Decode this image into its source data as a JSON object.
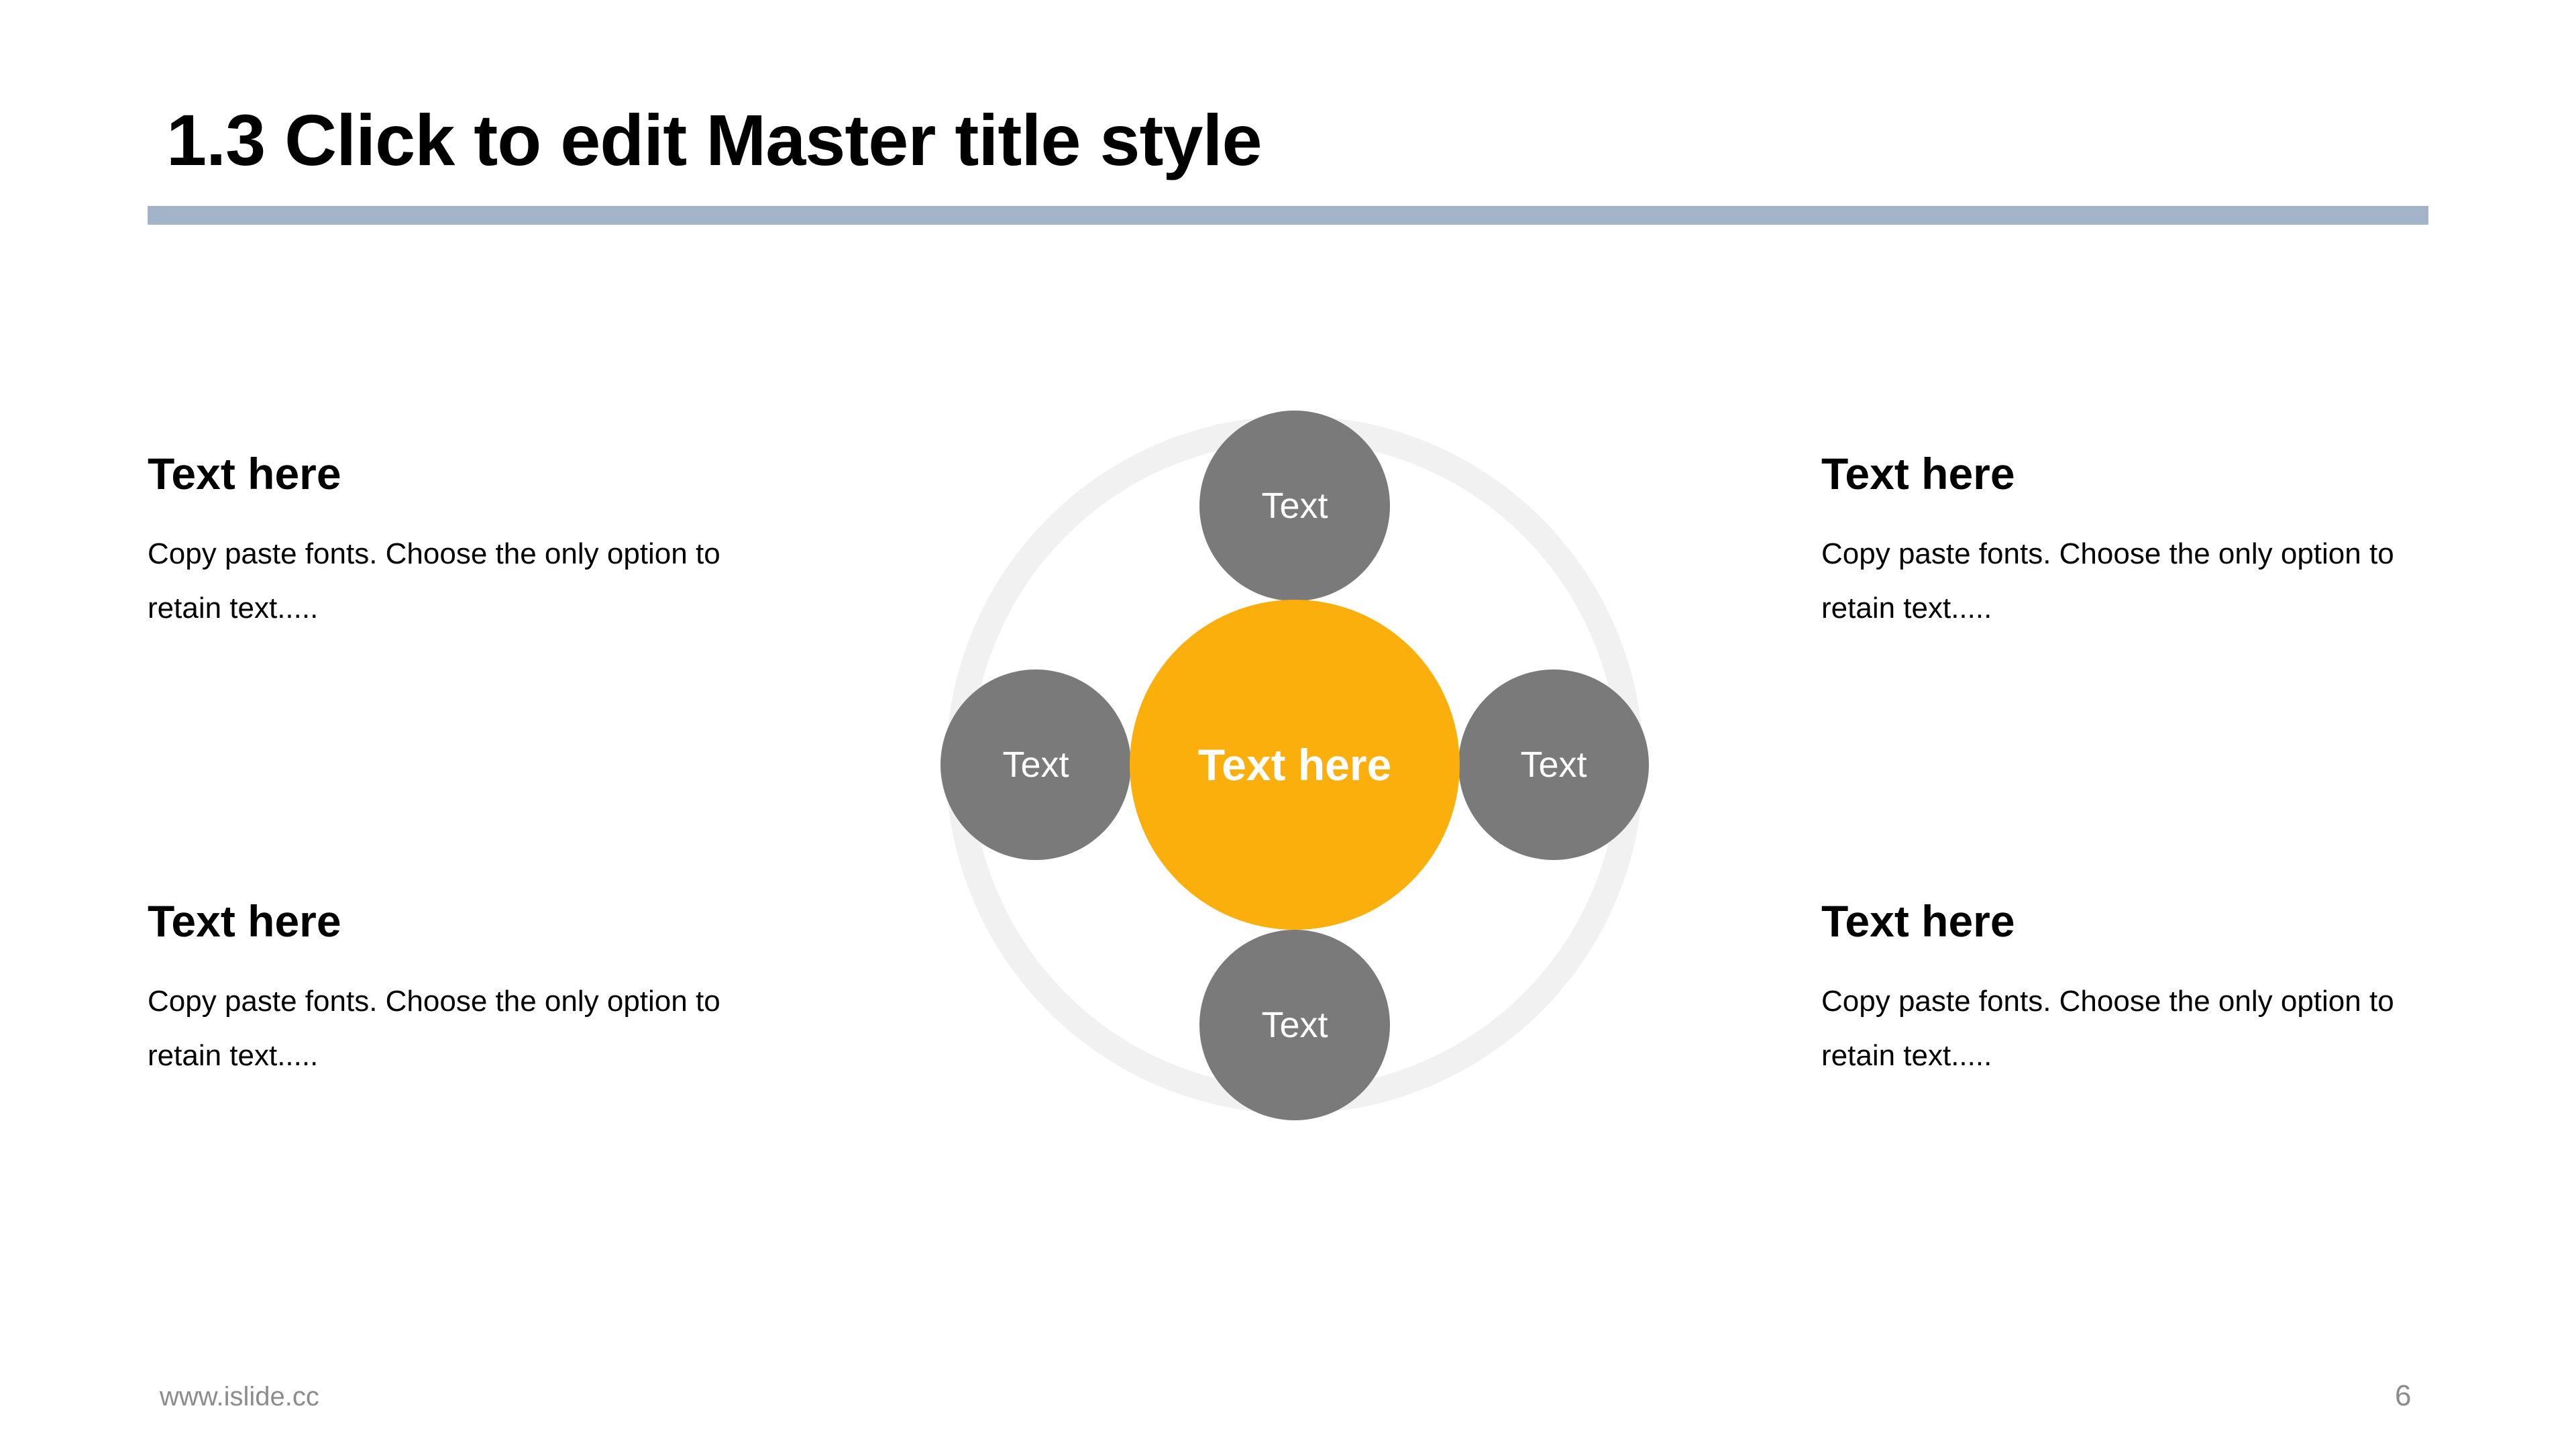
{
  "slide": {
    "title": "1.3 Click to edit Master title style",
    "accent_rule_color": "#a3b4c8",
    "background_color": "#ffffff"
  },
  "text_blocks": [
    {
      "position": "top-left",
      "heading": "Text here",
      "body": "Copy paste fonts. Choose the only option to retain text....."
    },
    {
      "position": "top-right",
      "heading": "Text here",
      "body": "Copy paste fonts. Choose the only option to retain text....."
    },
    {
      "position": "bottom-left",
      "heading": "Text here",
      "body": "Copy paste fonts. Choose the only option to retain text....."
    },
    {
      "position": "bottom-right",
      "heading": "Text here",
      "body": "Copy paste fonts. Choose the only option to retain text....."
    }
  ],
  "diagram": {
    "type": "hub-and-spoke",
    "ring_color": "#f1f1f1",
    "connector_color": "#9e9e9e",
    "center": {
      "label": "Text here",
      "fill": "#fbaf0c",
      "text_color": "#ffffff"
    },
    "satellites": [
      {
        "position": "top",
        "label": "Text",
        "fill": "#7a7a7a",
        "text_color": "#ffffff"
      },
      {
        "position": "right",
        "label": "Text",
        "fill": "#7a7a7a",
        "text_color": "#ffffff"
      },
      {
        "position": "bottom",
        "label": "Text",
        "fill": "#7a7a7a",
        "text_color": "#ffffff"
      },
      {
        "position": "left",
        "label": "Text",
        "fill": "#7a7a7a",
        "text_color": "#ffffff"
      }
    ]
  },
  "footer": {
    "url": "www.islide.cc",
    "page_number": "6",
    "text_color": "#8c8c8c"
  }
}
